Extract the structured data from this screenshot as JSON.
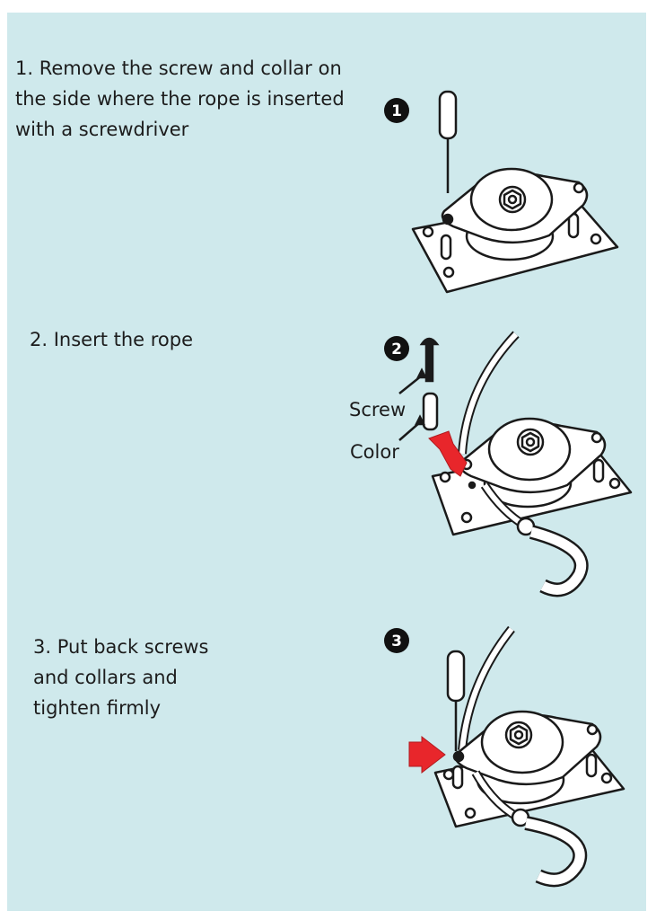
{
  "steps": [
    {
      "number": "1",
      "text": "1. Remove the screw and collar on\nthe side where the rope is inserted\nwith a screwdriver"
    },
    {
      "number": "2",
      "text": "2. Insert the rope"
    },
    {
      "number": "3",
      "text": "3. Put back screws\nand collars and\ntighten firmly"
    }
  ],
  "labels": {
    "screw": "Screw",
    "color": "Color"
  },
  "colors": {
    "panel": "#cfe9ec",
    "arrow": "#e8262b",
    "line": "#1a1a1a",
    "metal": "#ffffff"
  }
}
